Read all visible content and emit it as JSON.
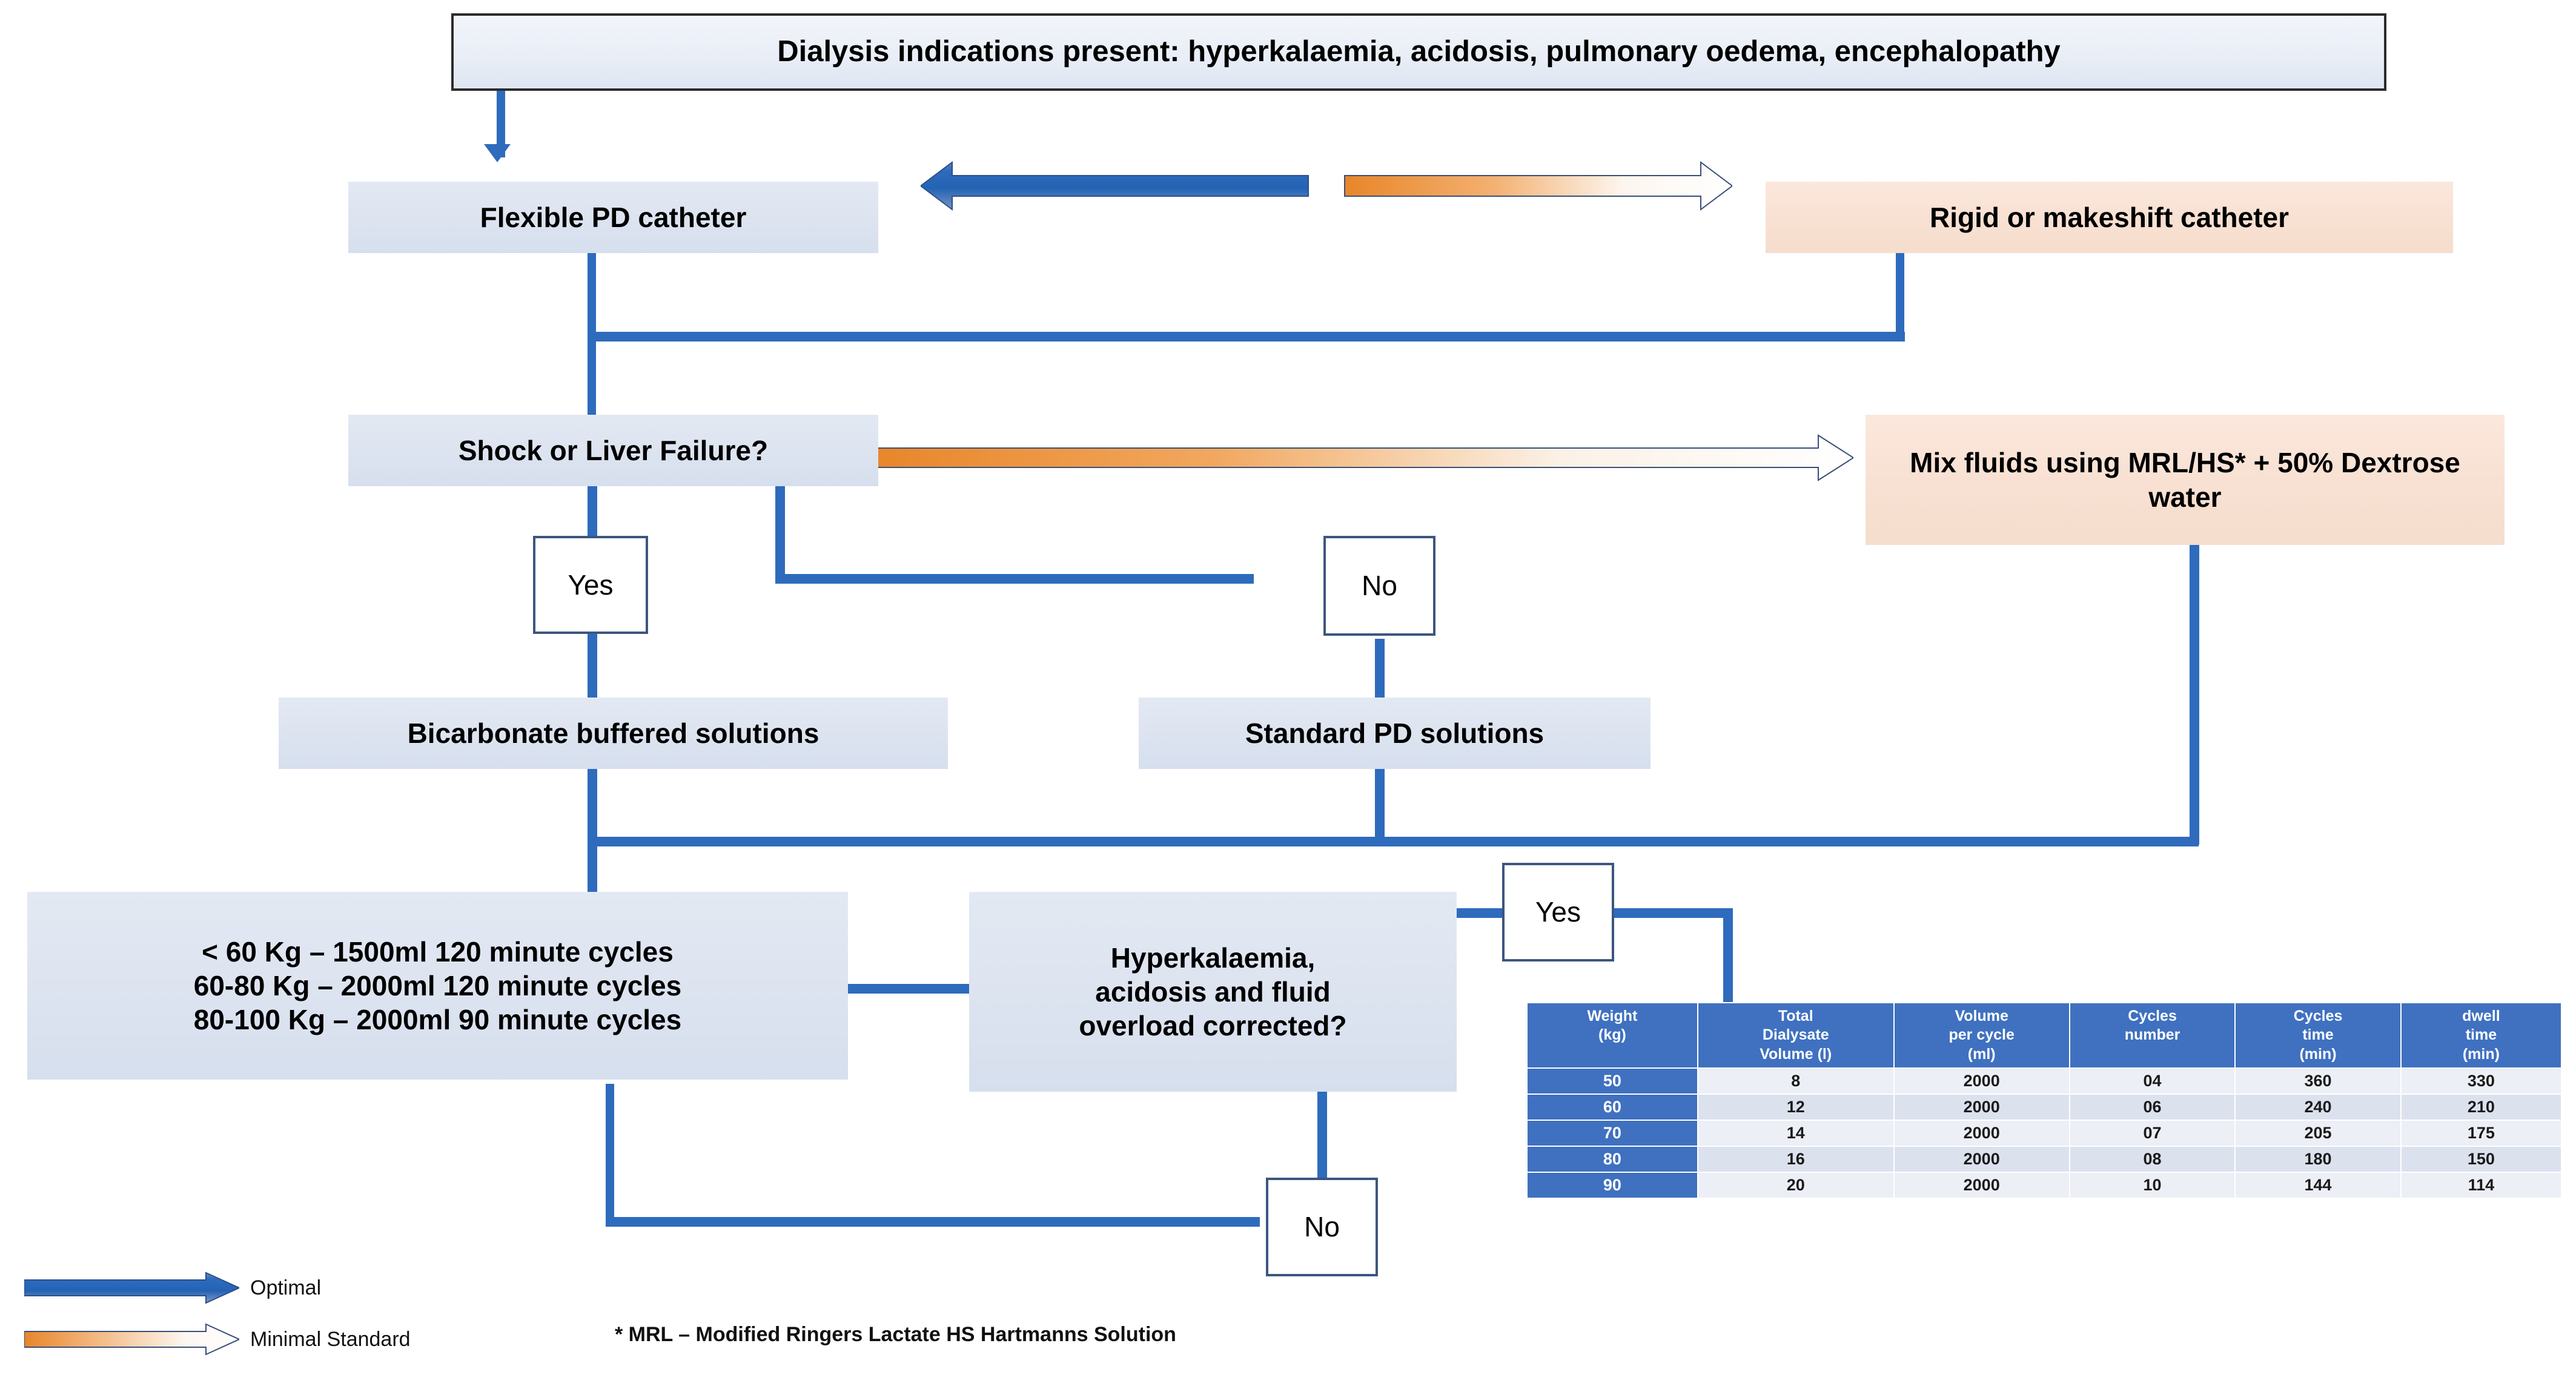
{
  "diagram": {
    "title_box": {
      "text": "Dialysis indications present: hyperkalaemia, acidosis, pulmonary oedema, encephalopathy"
    },
    "nodes": {
      "flexible_catheter": "Flexible PD catheter",
      "rigid_catheter": "Rigid or makeshift catheter",
      "shock_question": "Shock or Liver Failure?",
      "mix_fluids": "Mix fluids using MRL/HS* + 50% Dextrose water",
      "bicarbonate": "Bicarbonate buffered solutions",
      "standard_pd": "Standard PD solutions",
      "prescription_line1": "< 60 Kg – 1500ml 120 minute cycles",
      "prescription_line2": "60-80 Kg – 2000ml 120 minute cycles",
      "prescription_line3": "80-100 Kg – 2000ml 90 minute cycles",
      "corrected_question_line1": "Hyperkalaemia,",
      "corrected_question_line2": "acidosis and fluid",
      "corrected_question_line3": "overload corrected?"
    },
    "decision_labels": {
      "shock_yes": "Yes",
      "shock_no": "No",
      "corrected_yes": "Yes",
      "corrected_no": "No"
    },
    "legend": [
      {
        "label": "Optimal",
        "style": "solid-blue",
        "color": "#2e6bbd"
      },
      {
        "label": "Minimal Standard",
        "style": "orange-gradient-outline",
        "color": "#e8862a"
      }
    ],
    "footnote": "* MRL – Modified Ringers Lactate HS Hartmanns Solution",
    "colors": {
      "connector_blue": "#2e6bbd",
      "node_blue_fill": "#dde4f0",
      "node_peach_fill": "#f8e1d3",
      "table_header_blue": "#3f71c0",
      "table_row_light": "#eceff6",
      "table_row_alt": "#dce1ee",
      "minimal_standard_orange": "#e8862a"
    }
  },
  "chart_data": {
    "type": "table",
    "title": "",
    "columns": [
      "Weight\n(kg)",
      "Total\nDialysate\nVolume (l)",
      "Volume\nper cycle\n(ml)",
      "Cycles\nnumber",
      "Cycles\ntime\n(min)",
      "dwell\ntime\n(min)"
    ],
    "column_lines": [
      [
        "Weight",
        "(kg)"
      ],
      [
        "Total",
        "Dialysate",
        "Volume (l)"
      ],
      [
        "Volume",
        "per cycle",
        "(ml)"
      ],
      [
        "Cycles",
        "number"
      ],
      [
        "Cycles",
        "time",
        "(min)"
      ],
      [
        "dwell",
        "time",
        "(min)"
      ]
    ],
    "rows": [
      [
        "50",
        "8",
        "2000",
        "04",
        "360",
        "330"
      ],
      [
        "60",
        "12",
        "2000",
        "06",
        "240",
        "210"
      ],
      [
        "70",
        "14",
        "2000",
        "07",
        "205",
        "175"
      ],
      [
        "80",
        "16",
        "2000",
        "08",
        "180",
        "150"
      ],
      [
        "90",
        "20",
        "2000",
        "10",
        "144",
        "114"
      ]
    ]
  }
}
